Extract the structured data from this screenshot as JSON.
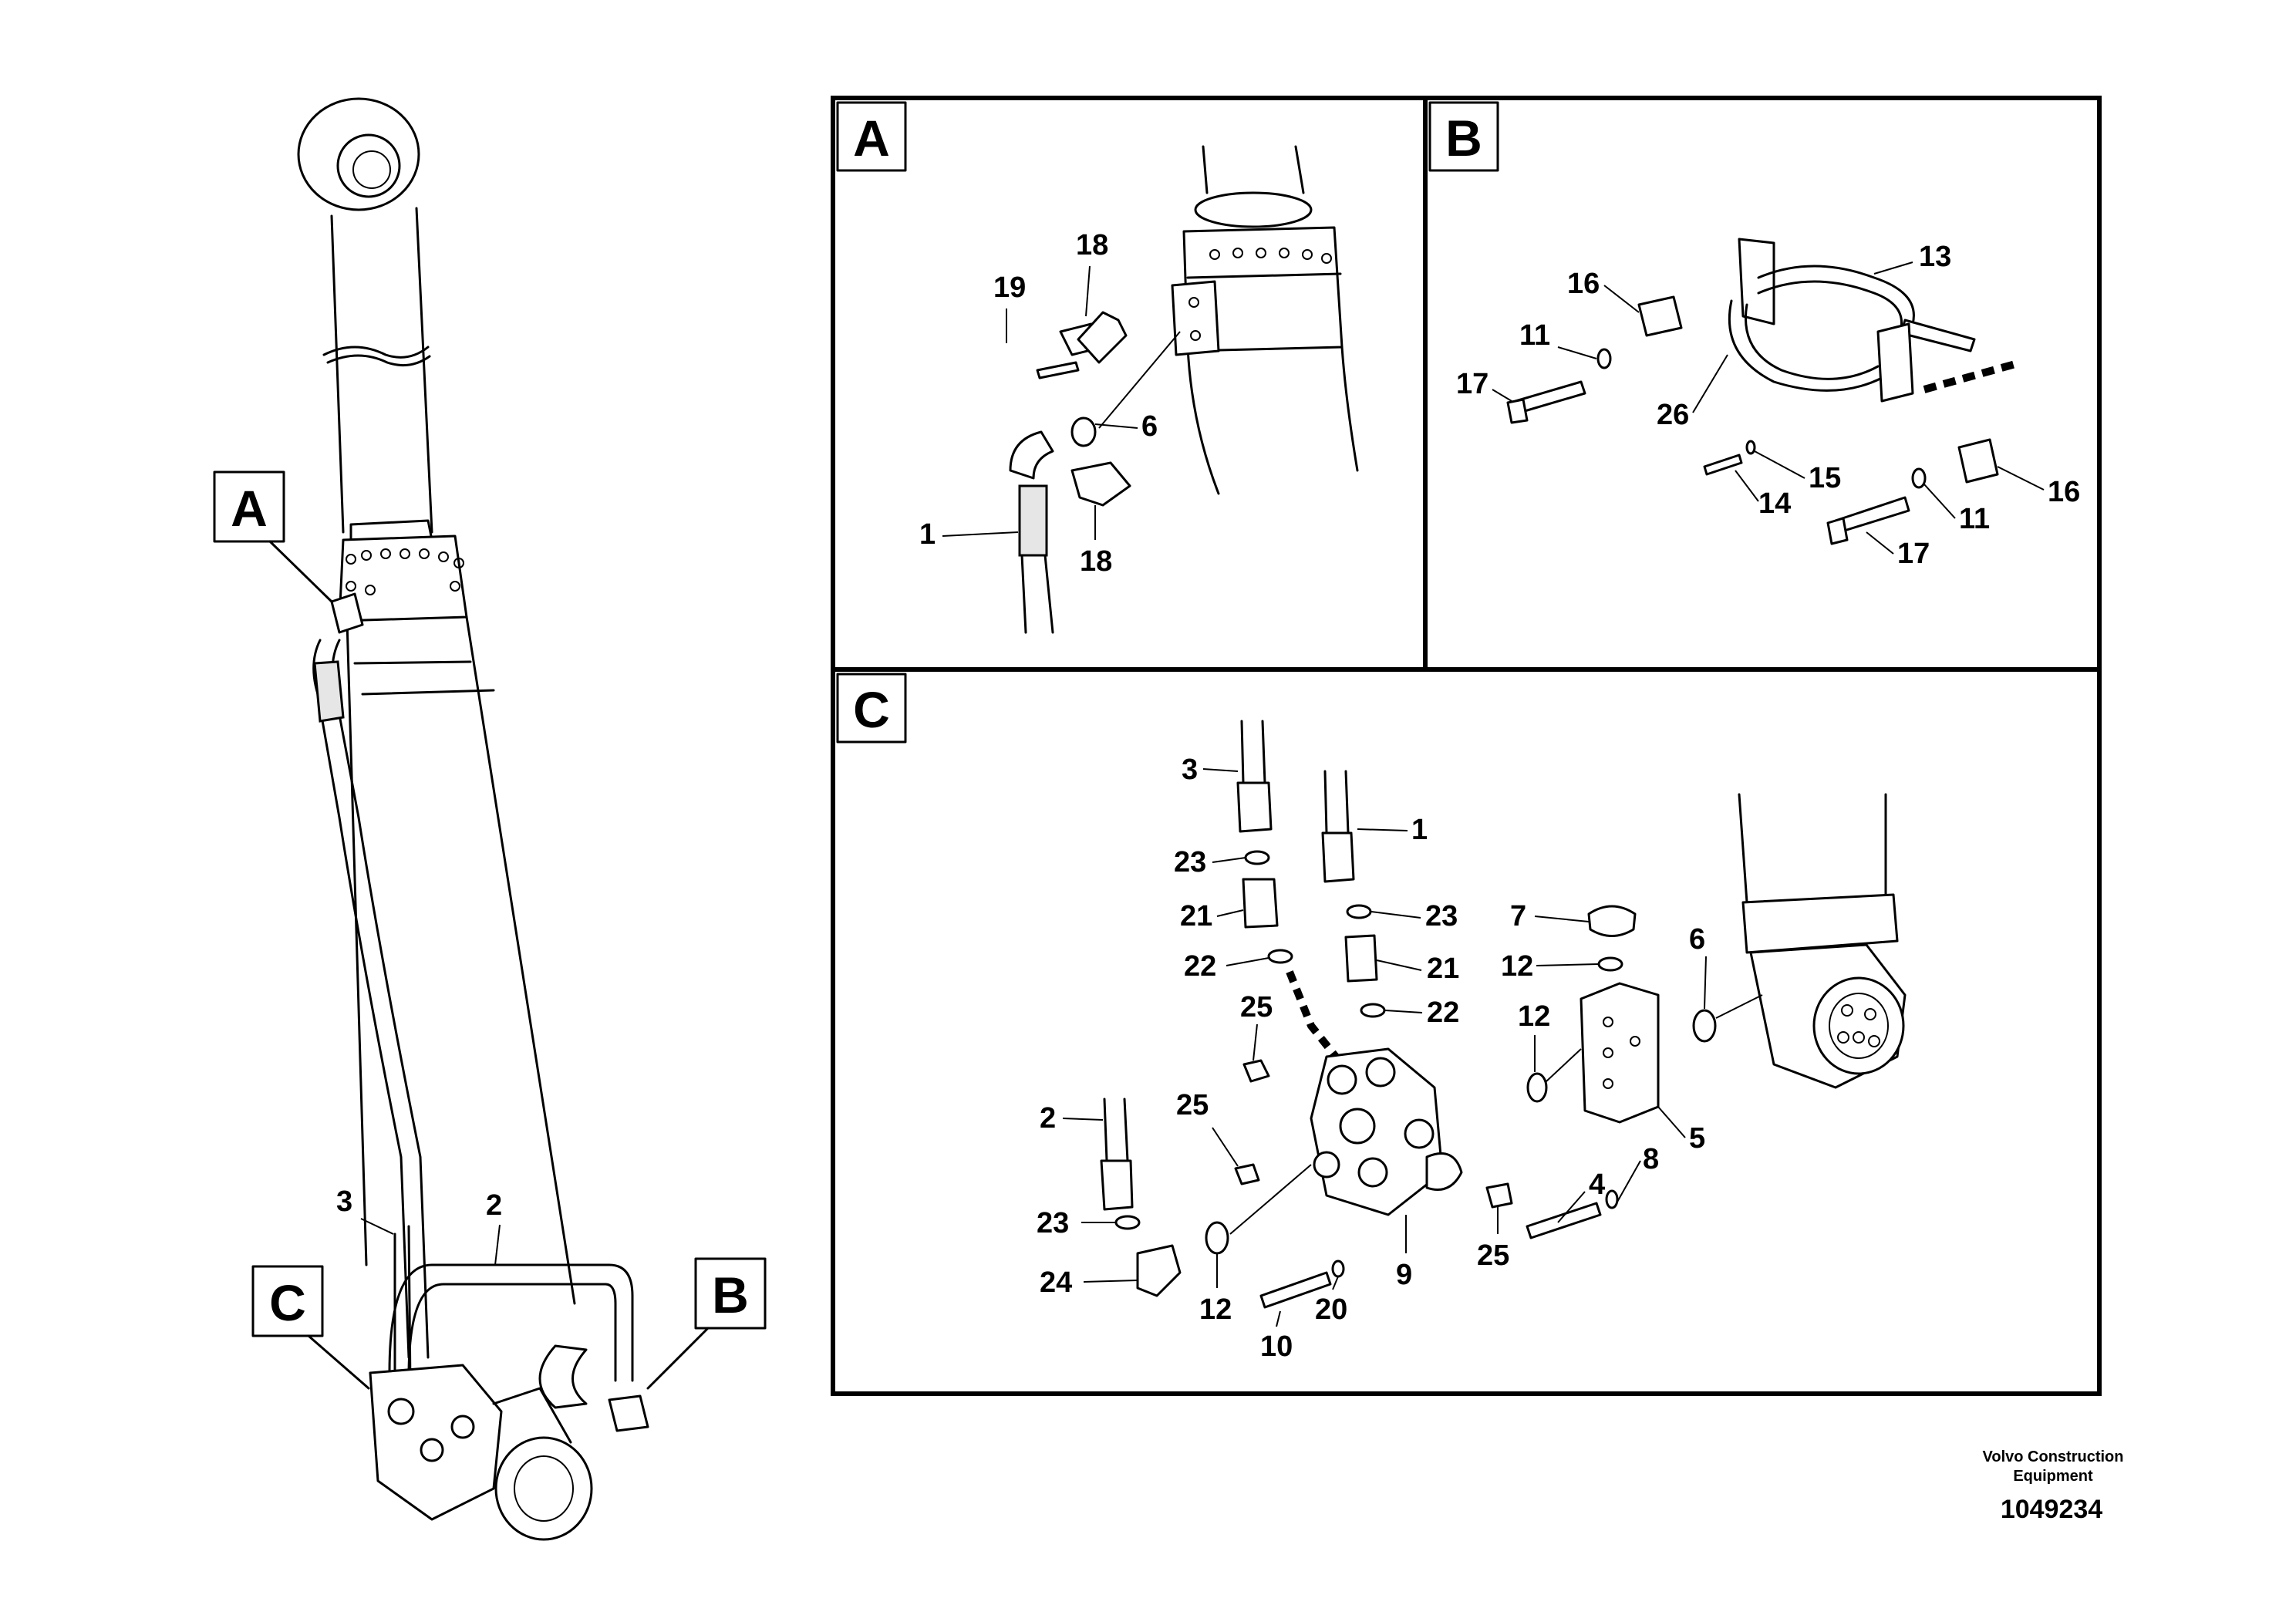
{
  "detail_tags": {
    "a": "A",
    "b": "B",
    "c": "C"
  },
  "callouts_overview": {
    "p3": "3",
    "p2": "2"
  },
  "callouts_a": {
    "p18_top": "18",
    "p19": "19",
    "p6": "6",
    "p1": "1",
    "p18_bottom": "18"
  },
  "callouts_b": {
    "p16_top": "16",
    "p13": "13",
    "p11_top": "11",
    "p17_top": "17",
    "p26": "26",
    "p15": "15",
    "p14": "14",
    "p11_bottom": "11",
    "p16_bottom": "16",
    "p17_bottom": "17"
  },
  "callouts_c": {
    "p3": "3",
    "p1": "1",
    "p23_left": "23",
    "p21_left": "21",
    "p23_right": "23",
    "p7": "7",
    "p22_left": "22",
    "p21_right": "21",
    "p12_top": "12",
    "p6": "6",
    "p25_top": "25",
    "p22_right": "22",
    "p12_mid": "12",
    "p2": "2",
    "p25_left": "25",
    "p5": "5",
    "p8": "8",
    "p4": "4",
    "p23_bottom": "23",
    "p25_bottom": "25",
    "p9": "9",
    "p24": "24",
    "p12_bottom": "12",
    "p20": "20",
    "p10": "10"
  },
  "footer": {
    "company_line1": "Volvo Construction",
    "company_line2": "Equipment",
    "drawing_number": "1049234"
  }
}
